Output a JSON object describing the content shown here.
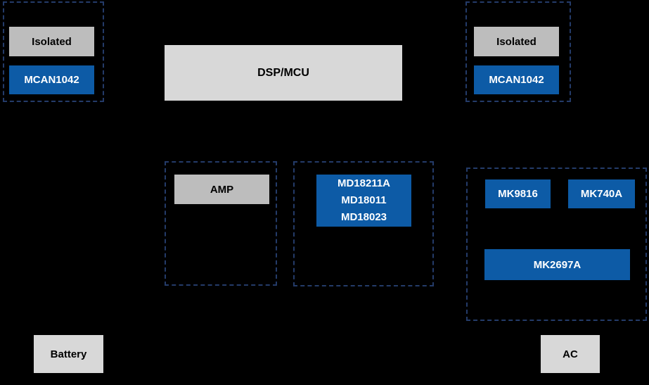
{
  "diagram": {
    "background_color": "#000000",
    "colors": {
      "chip_blue": "#0D5BA6",
      "block_gray_light": "#D8D8D8",
      "block_gray_medium": "#BDBDBD",
      "dashed_border": "#243B69",
      "text_dark": "#000000",
      "text_light": "#FFFFFF"
    },
    "left_can_group": {
      "function_label": "Isolated",
      "chip_label": "MCAN1042"
    },
    "dsp": {
      "label": "DSP/MCU"
    },
    "right_can_group": {
      "function_label": "Isolated",
      "chip_label": "MCAN1042"
    },
    "amp_group": {
      "label": "AMP"
    },
    "gate_driver_group": {
      "lines": [
        "MD18211A",
        "MD18011",
        "MD18023"
      ]
    },
    "pfc_group": {
      "chip_top_left": "MK9816",
      "chip_top_right": "MK740A",
      "chip_bottom": "MK2697A"
    },
    "battery": {
      "label": "Battery"
    },
    "ac": {
      "label": "AC"
    }
  }
}
